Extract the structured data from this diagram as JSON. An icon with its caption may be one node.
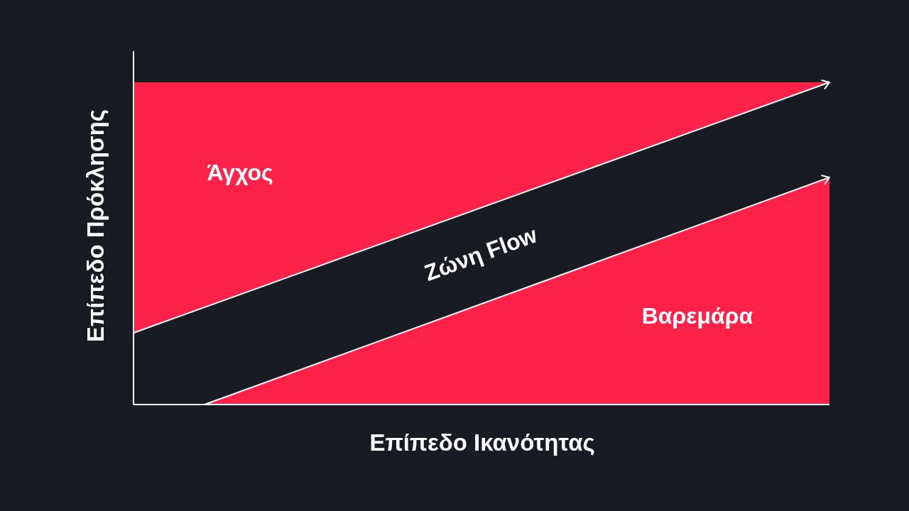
{
  "diagram": {
    "nodes": [
      {
        "text": [
          "Άγχος"
        ]
      },
      {
        "text": [
          "Ζώνη Flow"
        ]
      },
      {
        "text": [
          "Βαρεμάρα"
        ]
      }
    ],
    "edges": [],
    "labels": [
      "Επίπεδο Πρόκλησης",
      "Επίπεδο Ικανότητας"
    ]
  }
}
